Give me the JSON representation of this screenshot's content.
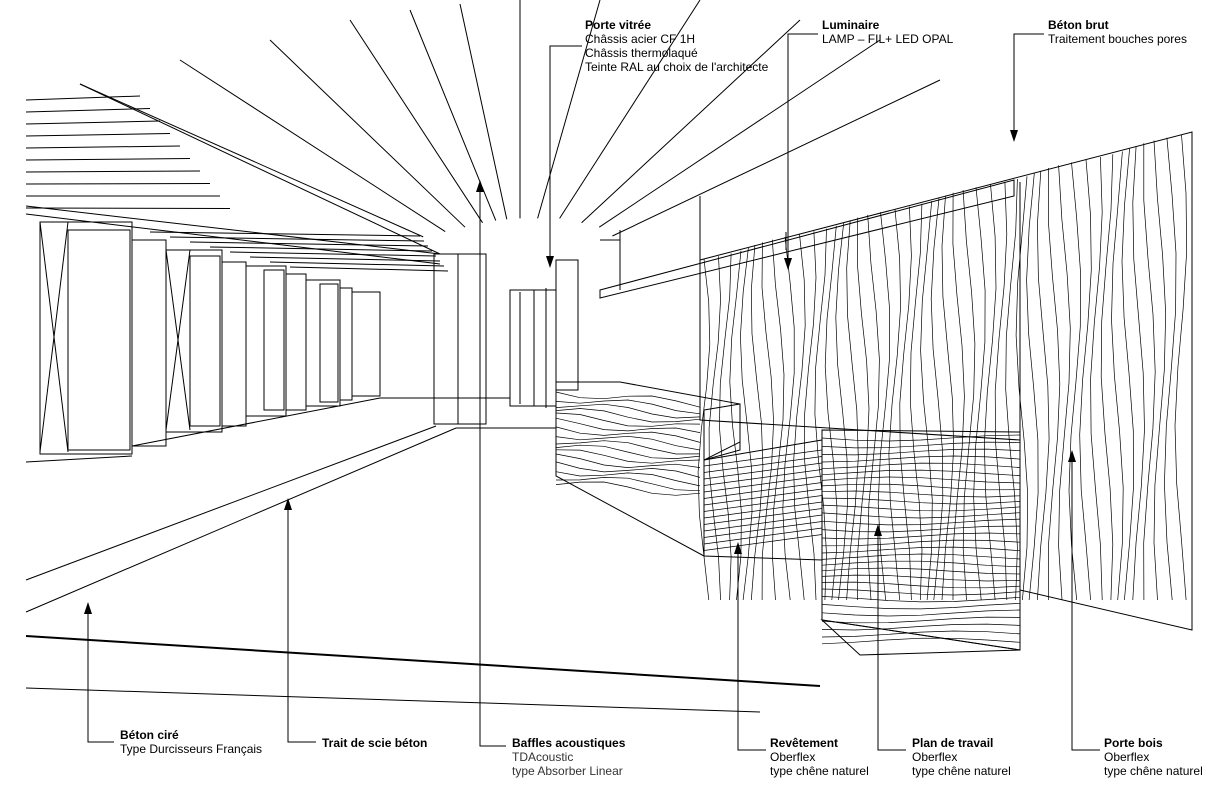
{
  "annotations": {
    "porte_vitree": {
      "title": "Porte vitrée",
      "lines": [
        "Châssis acier CF 1H",
        "Châssis thermolaqué",
        "Teinte RAL au choix de l'architecte"
      ]
    },
    "luminaire": {
      "title": "Luminaire",
      "lines": [
        "LAMP – FIL+ LED OPAL"
      ]
    },
    "beton_brut": {
      "title": "Béton brut",
      "lines": [
        "Traitement bouches pores"
      ]
    },
    "beton_cire": {
      "title": "Béton ciré",
      "lines": [
        "Type Durcisseurs Français"
      ]
    },
    "trait_scie": {
      "title": "Trait de scie béton",
      "lines": []
    },
    "baffles": {
      "title": "Baffles acoustiques",
      "lines": [
        "TDAcoustic",
        "type Absorber Linear"
      ]
    },
    "revetement": {
      "title": "Revêtement",
      "lines": [
        "Oberflex",
        "type chêne naturel"
      ]
    },
    "plan_travail": {
      "title": "Plan de travail",
      "lines": [
        "Oberflex",
        "type chêne naturel"
      ]
    },
    "porte_bois": {
      "title": "Porte bois",
      "lines": [
        "Oberflex",
        "type chêne naturel"
      ]
    }
  }
}
